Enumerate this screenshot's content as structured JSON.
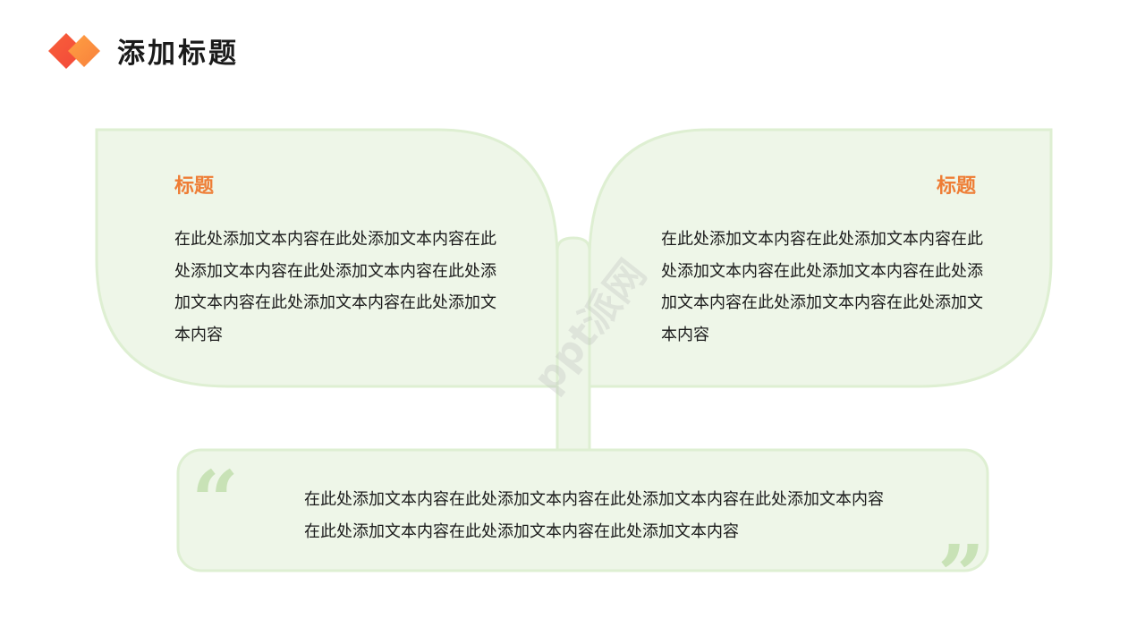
{
  "header": {
    "title": "添加标题"
  },
  "left_card": {
    "title": "标题",
    "body": "在此处添加文本内容在此处添加文本内容在此处添加文本内容在此处添加文本内容在此处添加文本内容在此处添加文本内容在此处添加文本内容"
  },
  "right_card": {
    "title": "标题",
    "body": "在此处添加文本内容在此处添加文本内容在此处添加文本内容在此处添加文本内容在此处添加文本内容在此处添加文本内容在此处添加文本内容"
  },
  "bottom_card": {
    "open_quote": "“",
    "close_quote": "”",
    "body": "在此处添加文本内容在此处添加文本内容在此处添加文本内容在此处添加文本内容在此处添加文本内容在此处添加文本内容在此处添加文本内容"
  },
  "watermark": "ppt派网",
  "colors": {
    "accent_orange": "#ee7d35",
    "card_fill": "#eef6e8",
    "card_stroke": "#deefd2",
    "quote_green": "#c8e2b6"
  }
}
